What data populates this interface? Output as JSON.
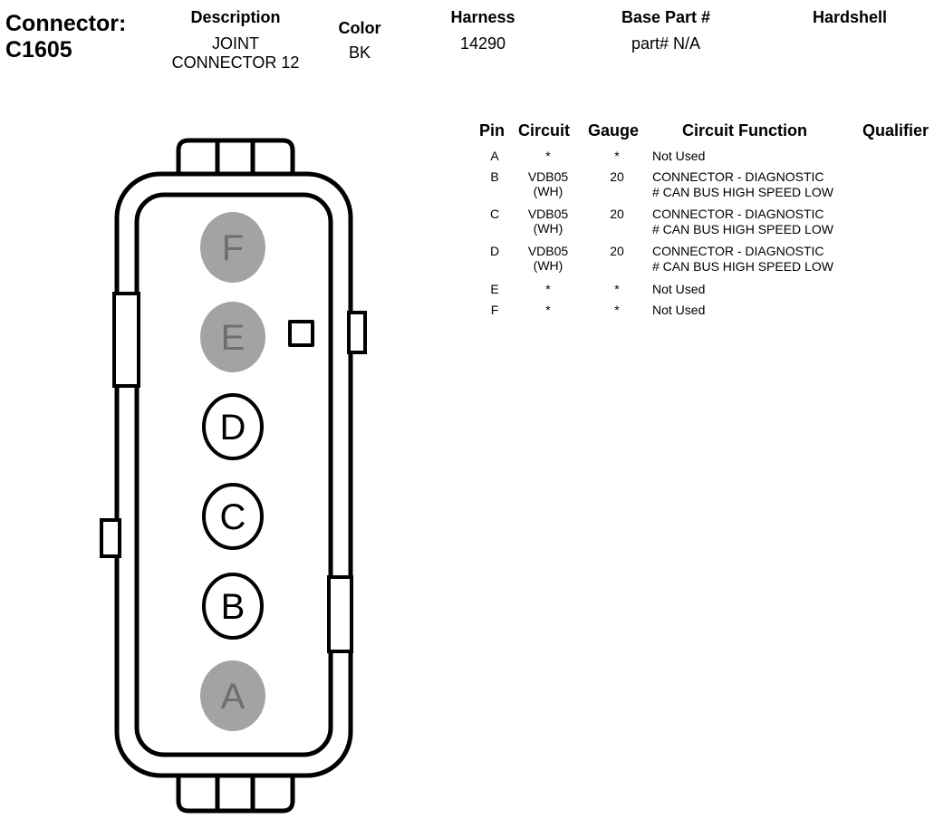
{
  "connector": {
    "label": "Connector:",
    "id": "C1605"
  },
  "header": {
    "description": {
      "label": "Description",
      "lines": [
        "JOINT",
        "CONNECTOR 12"
      ]
    },
    "color": {
      "label": "Color",
      "value": "BK"
    },
    "harness": {
      "label": "Harness",
      "value": "14290"
    },
    "base_part": {
      "label": "Base Part #",
      "value": "part# N/A"
    },
    "hardshell": {
      "label": "Hardshell",
      "value": ""
    }
  },
  "table": {
    "columns": [
      "Pin",
      "Circuit",
      "Gauge",
      "Circuit Function",
      "Qualifier"
    ],
    "rows": [
      {
        "pin": "A",
        "circuit": [
          "*"
        ],
        "gauge": "*",
        "function": [
          "Not Used"
        ]
      },
      {
        "pin": "B",
        "circuit": [
          "VDB05",
          "(WH)"
        ],
        "gauge": "20",
        "function": [
          "CONNECTOR - DIAGNOSTIC",
          "# CAN BUS HIGH SPEED LOW"
        ]
      },
      {
        "pin": "C",
        "circuit": [
          "VDB05",
          "(WH)"
        ],
        "gauge": "20",
        "function": [
          "CONNECTOR - DIAGNOSTIC",
          "# CAN BUS HIGH SPEED LOW"
        ]
      },
      {
        "pin": "D",
        "circuit": [
          "VDB05",
          "(WH)"
        ],
        "gauge": "20",
        "function": [
          "CONNECTOR - DIAGNOSTIC",
          "# CAN BUS HIGH SPEED LOW"
        ]
      },
      {
        "pin": "E",
        "circuit": [
          "*"
        ],
        "gauge": "*",
        "function": [
          "Not Used"
        ]
      },
      {
        "pin": "F",
        "circuit": [
          "*"
        ],
        "gauge": "*",
        "function": [
          "Not Used"
        ]
      }
    ]
  },
  "diagram": {
    "pins": [
      {
        "label": "F",
        "used": false
      },
      {
        "label": "E",
        "used": false
      },
      {
        "label": "D",
        "used": true
      },
      {
        "label": "C",
        "used": true
      },
      {
        "label": "B",
        "used": true
      },
      {
        "label": "A",
        "used": false
      }
    ],
    "colors": {
      "unused_fill": "#a3a3a3",
      "unused_text": "#6e6e6e",
      "used_fill": "#ffffff",
      "stroke": "#000000"
    }
  }
}
